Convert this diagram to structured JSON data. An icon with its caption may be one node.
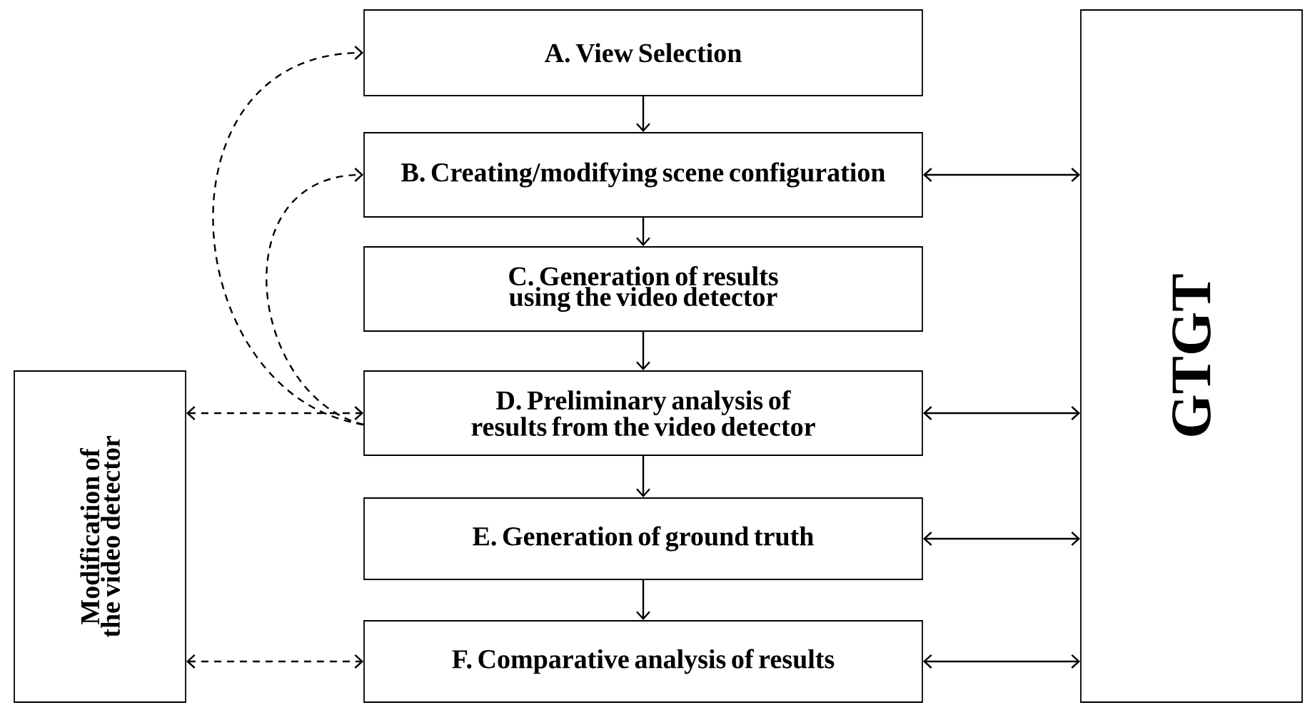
{
  "diagram": {
    "nodes": [
      {
        "text": [
          "A. View Selection"
        ]
      },
      {
        "text": [
          "B. Creating/modifying scene configuration"
        ]
      },
      {
        "text": [
          "C. Generation of results using the video detector"
        ]
      },
      {
        "text": [
          "D. Preliminary analysis of results from the video detector"
        ]
      },
      {
        "text": [
          "E. Generation of ground truth"
        ]
      },
      {
        "text": [
          "F. Comparative analysis of results"
        ]
      },
      {
        "text": [
          "GTGT"
        ]
      },
      {
        "text": [
          "Modification of the video detector"
        ]
      }
    ],
    "edges": [
      {
        "from": 0,
        "to": 1,
        "arrow": "to"
      },
      {
        "from": 1,
        "to": 2,
        "arrow": "to"
      },
      {
        "from": 2,
        "to": 3,
        "arrow": "to"
      },
      {
        "from": 3,
        "to": 4,
        "arrow": "to"
      },
      {
        "from": 4,
        "to": 5,
        "arrow": "to"
      },
      {
        "from": 1,
        "to": 6,
        "arrow": "both"
      },
      {
        "from": 3,
        "to": 6,
        "arrow": "both"
      },
      {
        "from": 4,
        "to": 6,
        "arrow": "both"
      },
      {
        "from": 5,
        "to": 6,
        "arrow": "both"
      },
      {
        "from": 3,
        "to": 0,
        "arrow": "to",
        "style": "dashed"
      },
      {
        "from": 3,
        "to": 1,
        "arrow": "to",
        "style": "dashed"
      },
      {
        "from": 7,
        "to": 3,
        "arrow": "both",
        "style": "dashed"
      },
      {
        "from": 7,
        "to": 5,
        "arrow": "both",
        "style": "dashed"
      }
    ]
  }
}
